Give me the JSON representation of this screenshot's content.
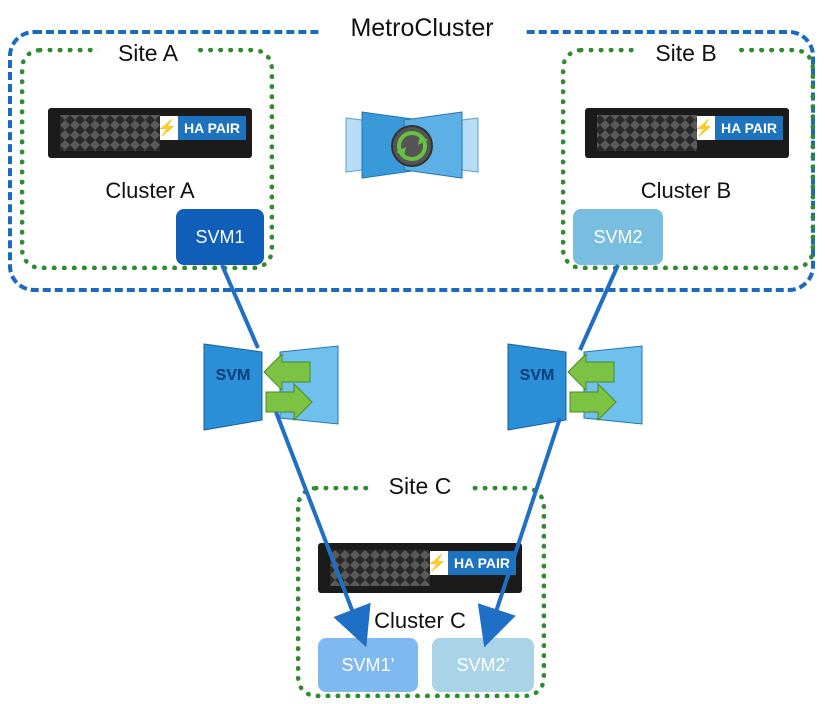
{
  "metro_cluster": {
    "title": "MetroCluster"
  },
  "site_a": {
    "title": "Site A",
    "cluster": "Cluster A",
    "svm": "SVM1",
    "hw_badge": "HA PAIR"
  },
  "site_b": {
    "title": "Site B",
    "cluster": "Cluster B",
    "svm": "SVM2",
    "hw_badge": "HA PAIR"
  },
  "site_c": {
    "title": "Site C",
    "cluster": "Cluster C",
    "svms": [
      "SVM1’",
      "SVM2’"
    ],
    "hw_badge": "HA PAIR"
  },
  "svm_mirror_icons": {
    "left_label": "SVM",
    "right_label": "SVM"
  },
  "colors": {
    "metro_border": "#1a6bbf",
    "site_border": "#2e8b2e",
    "svm1": "#0f5fb8",
    "svm2": "#79bde0",
    "svm1_prime": "#7fb9f0",
    "svm2_prime": "#a9d3e6",
    "arrow": "#1f6fc6"
  }
}
